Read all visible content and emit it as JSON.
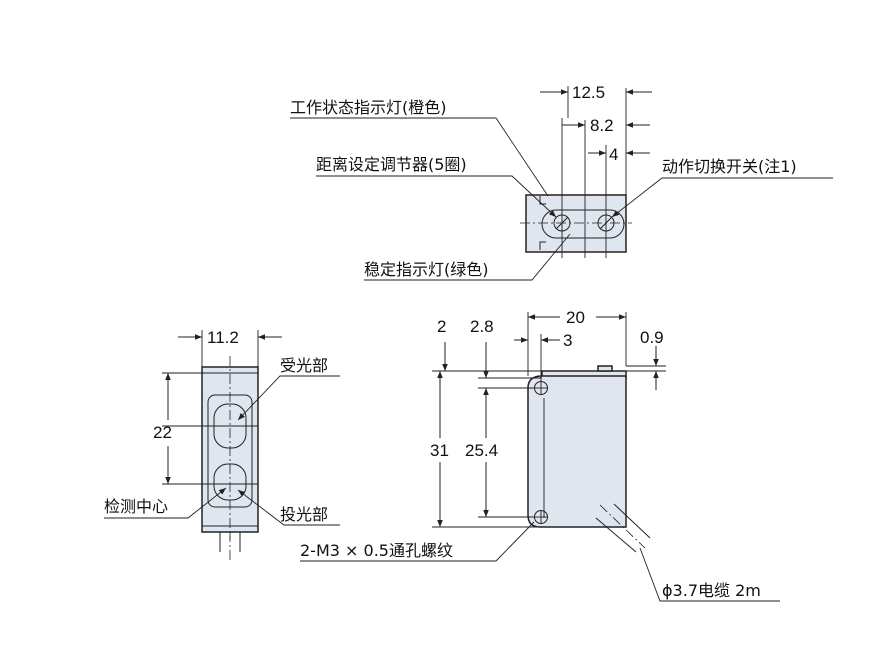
{
  "top_view": {
    "label_operation_indicator": "工作状态指示灯(橙色)",
    "label_distance_adjuster": "距离设定调节器(5圈)",
    "label_mode_switch": "动作切换开关(注1)",
    "label_stability_indicator": "稳定指示灯(绿色)",
    "dim_12_5": "12.5",
    "dim_8_2": "8.2",
    "dim_4": "4"
  },
  "front_view": {
    "dim_11_2": "11.2",
    "dim_22": "22",
    "label_receiver": "受光部",
    "label_emitter": "投光部",
    "label_sensing_center": "检测中心"
  },
  "side_view": {
    "dim_20": "20",
    "dim_2": "2",
    "dim_2_8": "2.8",
    "dim_3": "3",
    "dim_0_9": "0.9",
    "dim_31": "31",
    "dim_25_4": "25.4",
    "label_thread": "2-M3 × 0.5通孔螺纹",
    "label_cable": "ϕ3.7电缆 2m"
  }
}
